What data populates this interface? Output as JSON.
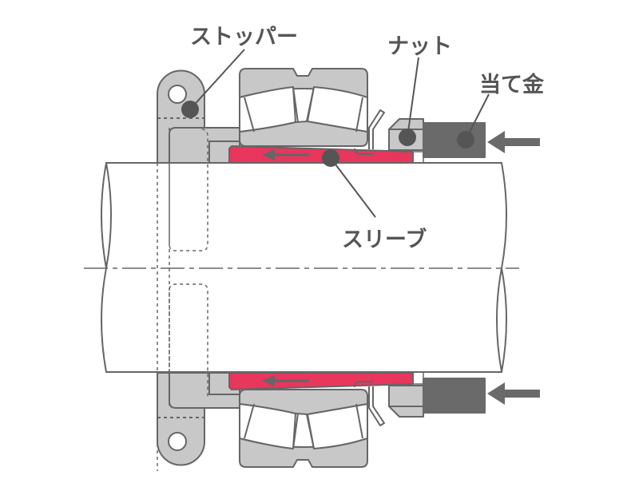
{
  "labels": {
    "stopper": "ストッパー",
    "nut": "ナット",
    "punch": "当て金",
    "sleeve": "スリーブ"
  },
  "colors": {
    "part_fill": "#c8c8c8",
    "outline": "#666666",
    "sleeve": "#e8365d",
    "punch": "#6a6a6a"
  }
}
